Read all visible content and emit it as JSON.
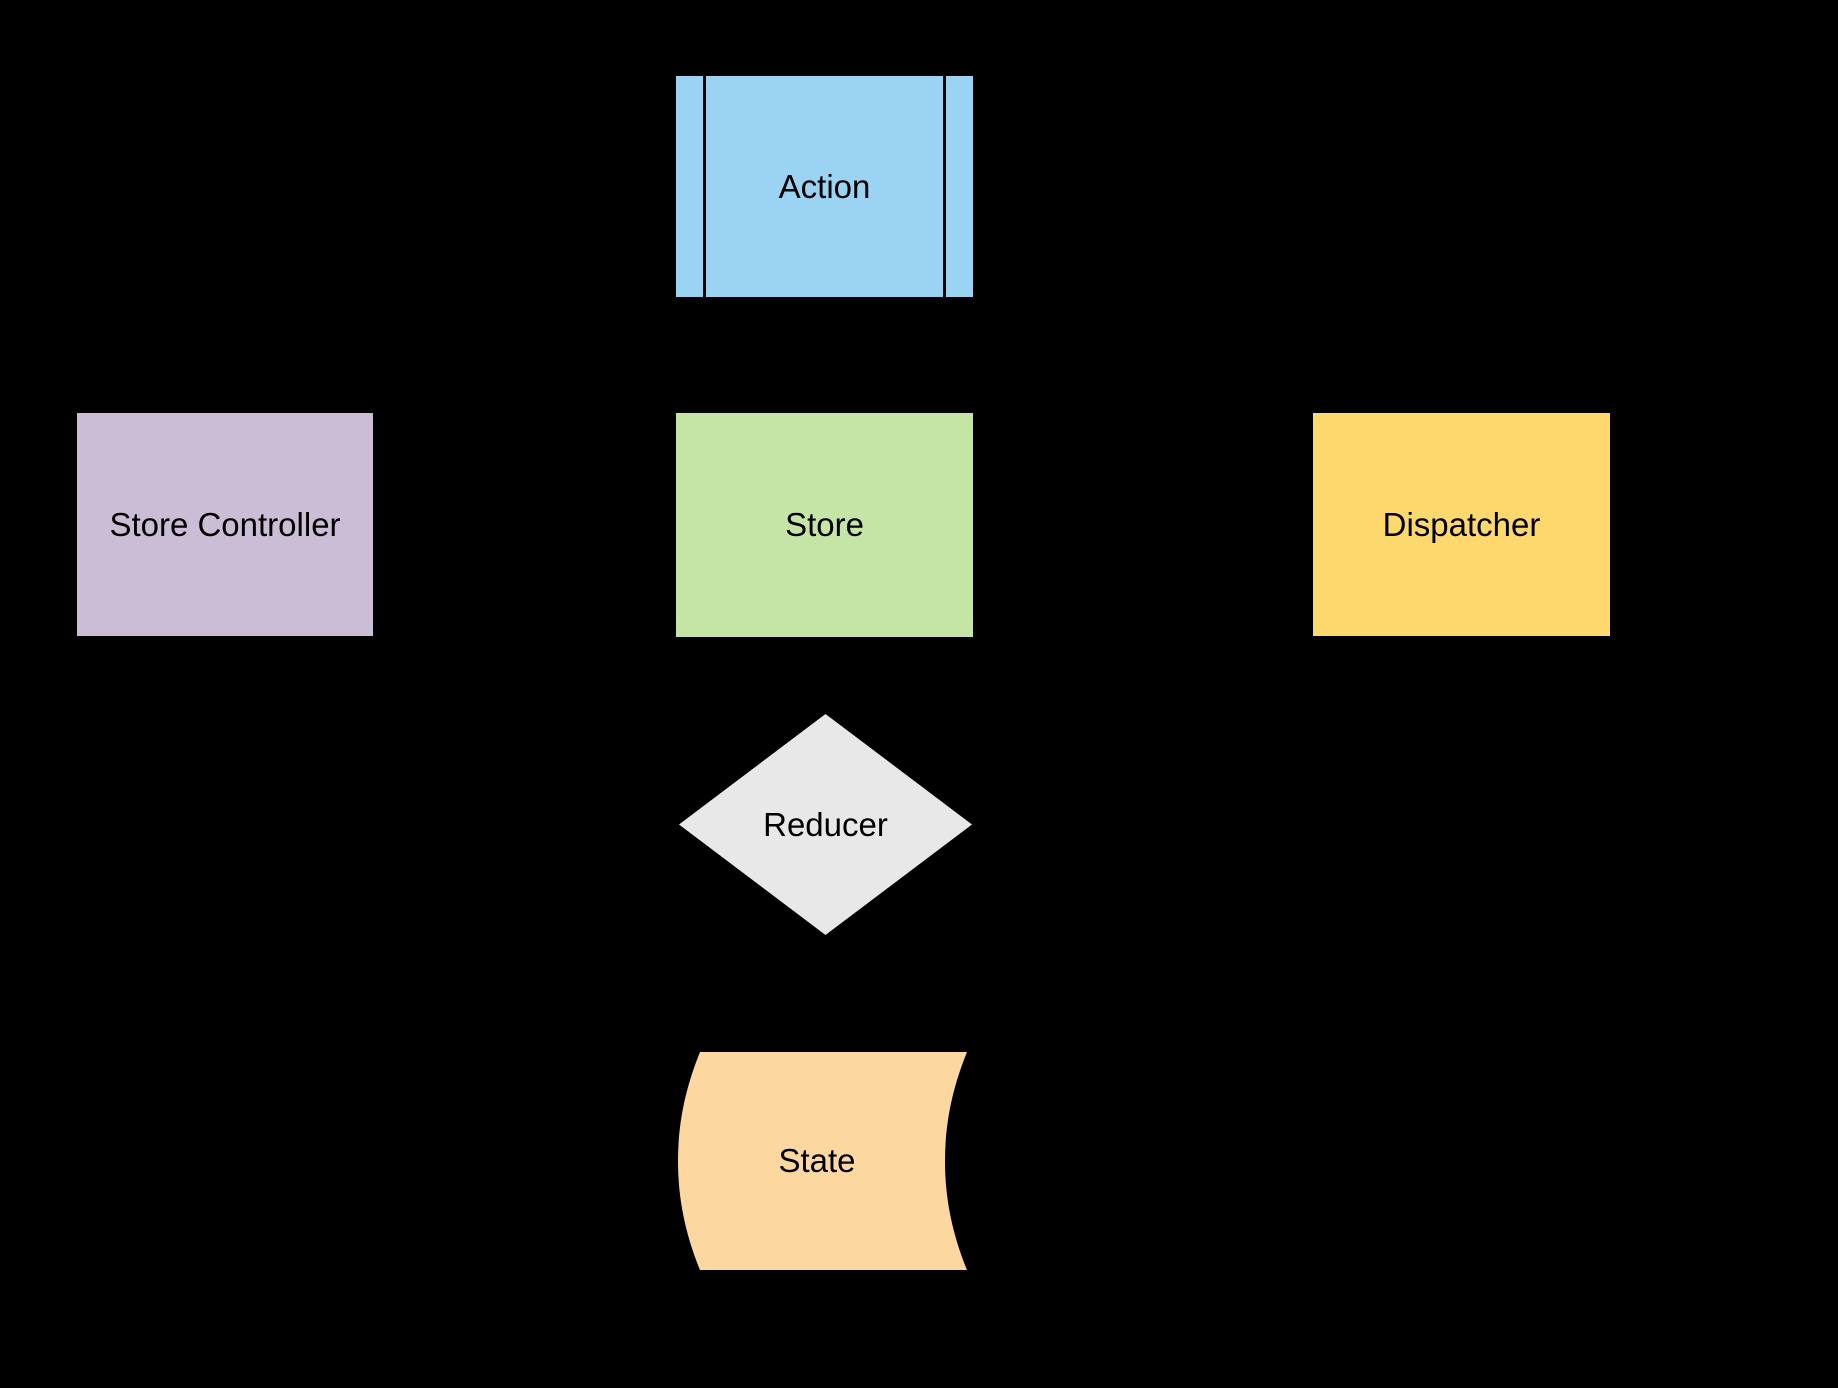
{
  "diagram": {
    "background_color": "#000000",
    "text_color": "#000000",
    "nodes": {
      "action": {
        "label": "Action",
        "shape": "predefined-process",
        "fill": "#9BD3F3"
      },
      "store_controller": {
        "label": "Store Controller",
        "shape": "rectangle",
        "fill": "#CCBDD6"
      },
      "store": {
        "label": "Store",
        "shape": "rectangle",
        "fill": "#C5E5A7"
      },
      "dispatcher": {
        "label": "Dispatcher",
        "shape": "rectangle",
        "fill": "#FCD86D"
      },
      "reducer": {
        "label": "Reducer",
        "shape": "diamond",
        "fill": "#E8E8E8"
      },
      "state": {
        "label": "State",
        "shape": "stored-data",
        "fill": "#FCD8A0"
      }
    }
  }
}
